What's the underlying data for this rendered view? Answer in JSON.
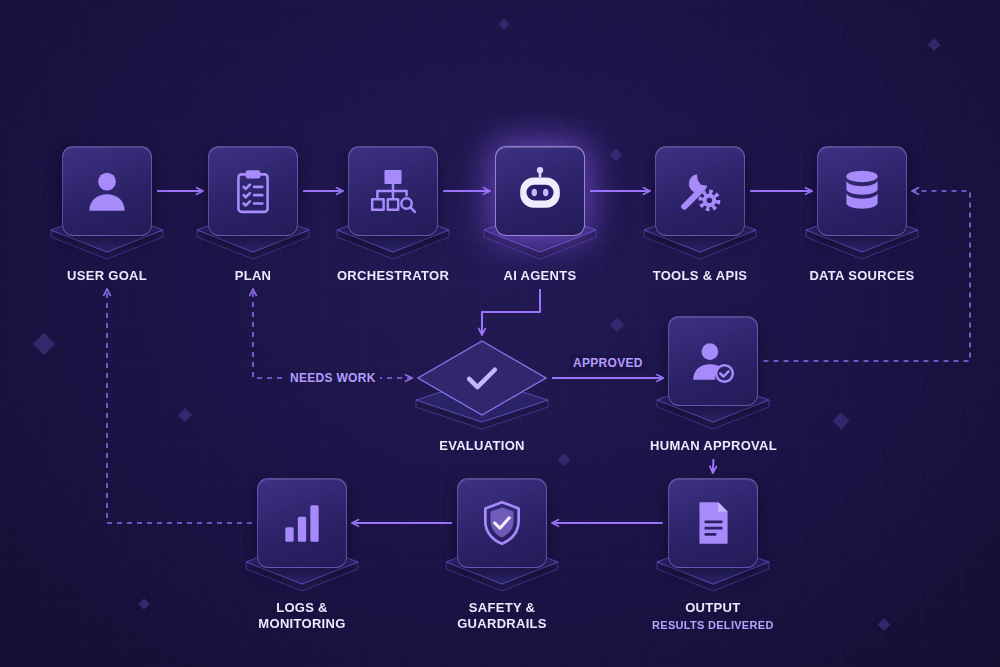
{
  "diagram": {
    "nodes": [
      {
        "text": [
          "USER GOAL"
        ]
      },
      {
        "text": [
          "PLAN"
        ]
      },
      {
        "text": [
          "ORCHESTRATOR"
        ]
      },
      {
        "text": [
          "AI AGENTS"
        ]
      },
      {
        "text": [
          "TOOLS & APIS"
        ]
      },
      {
        "text": [
          "DATA SOURCES"
        ]
      },
      {
        "text": [
          "EVALUATION"
        ]
      },
      {
        "text": [
          "HUMAN APPROVAL"
        ]
      },
      {
        "text": [
          "LOGS & MONITORING"
        ]
      },
      {
        "text": [
          "SAFETY & GUARDRAILS"
        ]
      },
      {
        "text": [
          "OUTPUT",
          "RESULTS DELIVERED"
        ]
      }
    ],
    "edges": [
      {
        "from": 0,
        "to": 1,
        "arrow": "to"
      },
      {
        "from": 1,
        "to": 2,
        "arrow": "to"
      },
      {
        "from": 2,
        "to": 3,
        "arrow": "to"
      },
      {
        "from": 3,
        "to": 4,
        "arrow": "to"
      },
      {
        "from": 4,
        "to": 5,
        "arrow": "to"
      },
      {
        "from": 3,
        "to": 6,
        "arrow": "to"
      },
      {
        "from": 6,
        "to": 1,
        "label": "NEEDS WORK",
        "arrow": "both"
      },
      {
        "from": 6,
        "to": 7,
        "label": "APPROVED",
        "arrow": "to"
      },
      {
        "from": 7,
        "to": 5,
        "arrow": "to"
      },
      {
        "from": 7,
        "to": 10,
        "arrow": "to"
      },
      {
        "from": 10,
        "to": 9,
        "arrow": "to"
      },
      {
        "from": 9,
        "to": 8,
        "arrow": "to"
      },
      {
        "from": 8,
        "to": 0,
        "arrow": "to"
      }
    ]
  }
}
